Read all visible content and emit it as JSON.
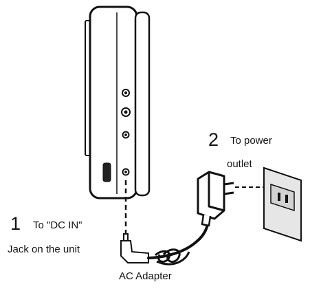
{
  "step1": {
    "number": "1",
    "line1": "To \"DC IN\"",
    "line2": "Jack on the unit"
  },
  "step2": {
    "number": "2",
    "line1": "To power",
    "line2": "outlet"
  },
  "adapter": {
    "caption": "AC Adapter"
  },
  "colors": {
    "ink": "#111111",
    "body_fill": "#ffffff",
    "outlet_fill": "#e6e6e6",
    "outlet_plate": "#d2d2d2"
  }
}
